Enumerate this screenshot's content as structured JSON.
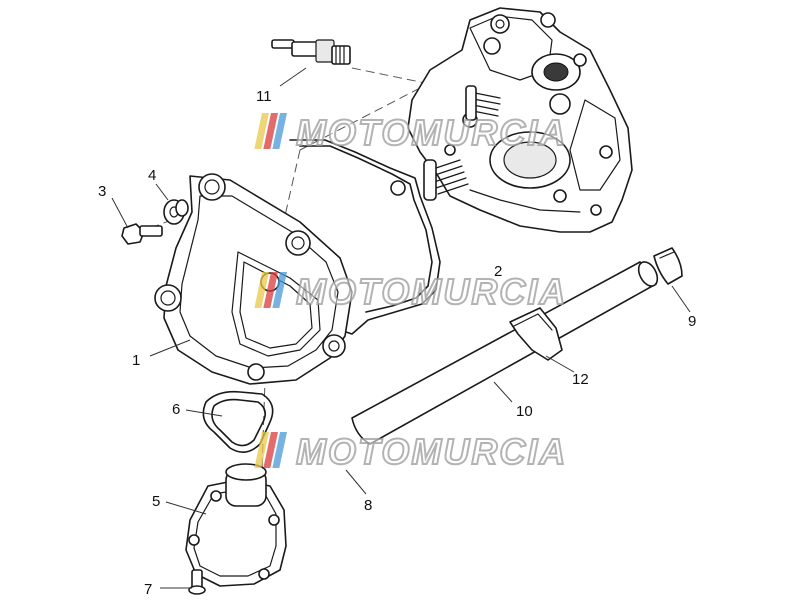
{
  "callouts": [
    "1",
    "2",
    "3",
    "4",
    "5",
    "6",
    "7",
    "8",
    "9",
    "10",
    "11",
    "12"
  ],
  "watermark": {
    "text": "MOTOMURCIA",
    "stripe_colors": [
      "#e8c84a",
      "#d83a3a",
      "#4a9ad8",
      "#e8e8e8"
    ]
  }
}
